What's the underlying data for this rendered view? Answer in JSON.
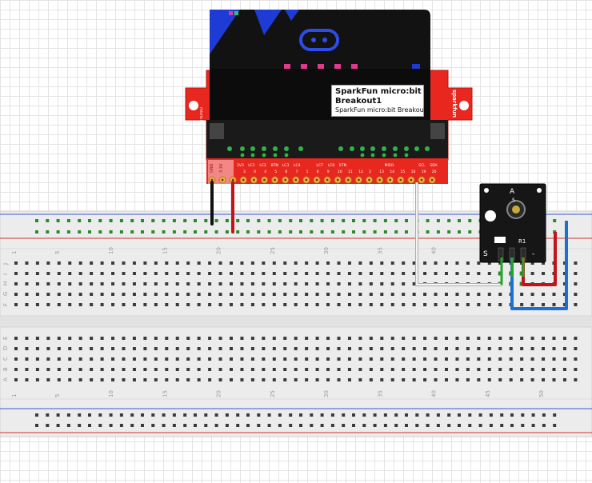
{
  "tooltip": {
    "title": "SparkFun micro:bit",
    "instance": "Breakout1",
    "description": "SparkFun micro:bit Breakout"
  },
  "breadboard": {
    "column_labels": [
      "1",
      "5",
      "10",
      "15",
      "20",
      "25",
      "30",
      "35",
      "40",
      "45",
      "50"
    ],
    "row_labels_top": [
      "J",
      "I",
      "H",
      "G",
      "F"
    ],
    "row_labels_bottom": [
      "E",
      "D",
      "C",
      "B",
      "A"
    ]
  },
  "breakout": {
    "brand": "sparkfun",
    "side_label": "micro:bit",
    "power_labels": [
      "GND",
      "3.3V"
    ],
    "pin_labels": [
      "3V3",
      "LC1",
      "LC2",
      "BTN",
      "LC3",
      "LC4",
      "",
      "LC7",
      "LC8",
      "BTN",
      "",
      "",
      "",
      "MISO",
      "",
      "",
      "SCL",
      "SDA"
    ],
    "pin_numbers": [
      "3",
      "0",
      "4",
      "5",
      "6",
      "7",
      "1",
      "8",
      "9",
      "10",
      "11",
      "12",
      "2",
      "13",
      "14",
      "15",
      "16",
      "19",
      "20"
    ]
  },
  "sensor": {
    "labels": [
      "A",
      "S",
      "R1",
      "S",
      "-"
    ]
  },
  "colors": {
    "breadboard": "#ececec",
    "breakout_pcb": "#e8271f",
    "microbit": "#111111",
    "microbit_blue": "#1f3bd6",
    "wire_red": "#c0141b",
    "wire_blue": "#1f6fd0",
    "wire_black": "#111111",
    "wire_white": "#f4f4f4",
    "wire_green": "#28a428",
    "hole_green": "#2b8a2b"
  }
}
